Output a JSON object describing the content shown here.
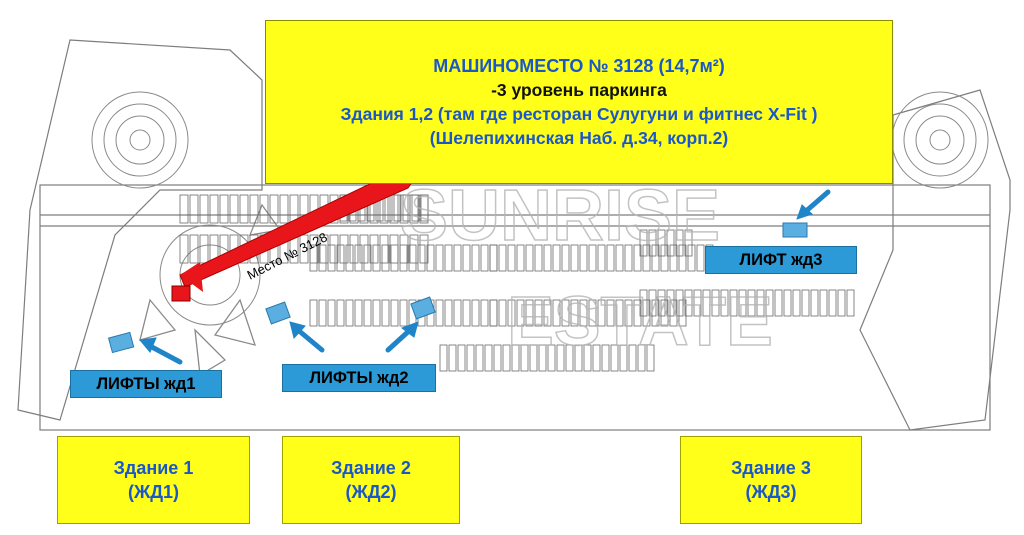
{
  "header": {
    "line1": "МАШИНОМЕСТО № 3128 (14,7м²)",
    "line2": "-3 уровень паркинга",
    "line3": "Здания 1,2  (там где ресторан  Сулугуни и фитнес X-Fit  )",
    "line4": "(Шелепихинская Наб. д.34, корп.2)"
  },
  "arrow_label": "Место № 3128",
  "watermark": "SUNRISE ESTATE",
  "lifts": {
    "lift1": "ЛИФТЫ жд1",
    "lift2": "ЛИФТЫ жд2",
    "lift3": "ЛИФТ жд3"
  },
  "buildings": {
    "b1": {
      "name": "Здание 1",
      "code": "(ЖД1)"
    },
    "b2": {
      "name": "Здание 2",
      "code": "(ЖД2)"
    },
    "b3": {
      "name": "Здание 3",
      "code": "(ЖД3)"
    }
  },
  "colors": {
    "highlight": "#ffff1a",
    "title_blue": "#1a57c9",
    "lift_blue": "#2b9ad6",
    "arrow_red": "#e8151a"
  }
}
